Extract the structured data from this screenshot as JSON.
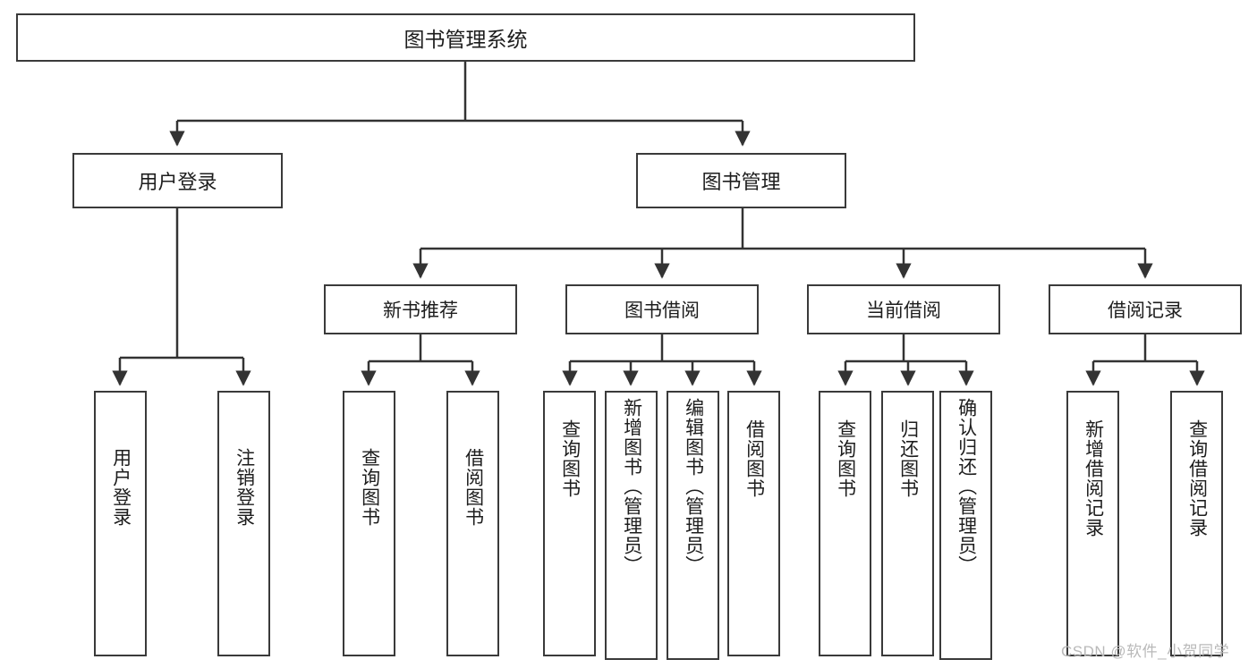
{
  "diagram": {
    "title": "图书管理系统",
    "type": "hierarchy-tree",
    "watermark": "CSDN @软件_小贺同学",
    "colors": {
      "box_border": "#3a3a3a",
      "box_fill": "#ffffff",
      "text": "#1d1d1d",
      "connector": "#333333",
      "watermark": "#b9b9b9"
    },
    "nodes": {
      "root": {
        "label": "图书管理系统"
      },
      "level2": [
        {
          "label": "用户登录"
        },
        {
          "label": "图书管理"
        }
      ],
      "level3": [
        {
          "label": "新书推荐"
        },
        {
          "label": "图书借阅"
        },
        {
          "label": "当前借阅"
        },
        {
          "label": "借阅记录"
        }
      ],
      "leaves": {
        "user_login": [
          {
            "label": "用户登录"
          },
          {
            "label": "注销登录"
          }
        ],
        "new_book_recommend": [
          {
            "label": "查询图书"
          },
          {
            "label": "借阅图书"
          }
        ],
        "book_borrow": [
          {
            "label": "查询图书"
          },
          {
            "label": "新增图书（管理员）"
          },
          {
            "label": "编辑图书（管理员）"
          },
          {
            "label": "借阅图书"
          }
        ],
        "current_borrow": [
          {
            "label": "查询图书"
          },
          {
            "label": "归还图书"
          },
          {
            "label": "确认归还（管理员）"
          }
        ],
        "borrow_record": [
          {
            "label": "新增借阅记录"
          },
          {
            "label": "查询借阅记录"
          }
        ]
      }
    }
  }
}
